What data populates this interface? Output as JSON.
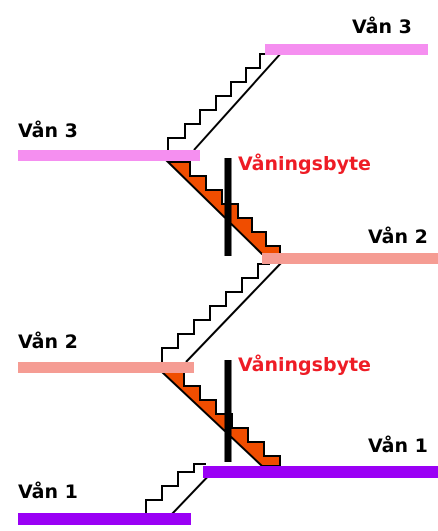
{
  "labels": {
    "left_floor_3": "Vån 3",
    "right_floor_3": "Vån 3",
    "right_floor_2": "Vån 2",
    "left_floor_2": "Vån 2",
    "right_floor_1": "Vån 1",
    "left_floor_1": "Vån 1",
    "floor_change_upper": "Våningsbyte",
    "floor_change_lower": "Våningsbyte"
  },
  "colors": {
    "floor_3": "#f58ff0",
    "floor_2": "#f59c93",
    "floor_1": "#9a00f5",
    "floor_change_fill": "#f04d00",
    "floor_change_text": "#ee1c25",
    "divider": "#000000",
    "stairs": "#000000"
  }
}
